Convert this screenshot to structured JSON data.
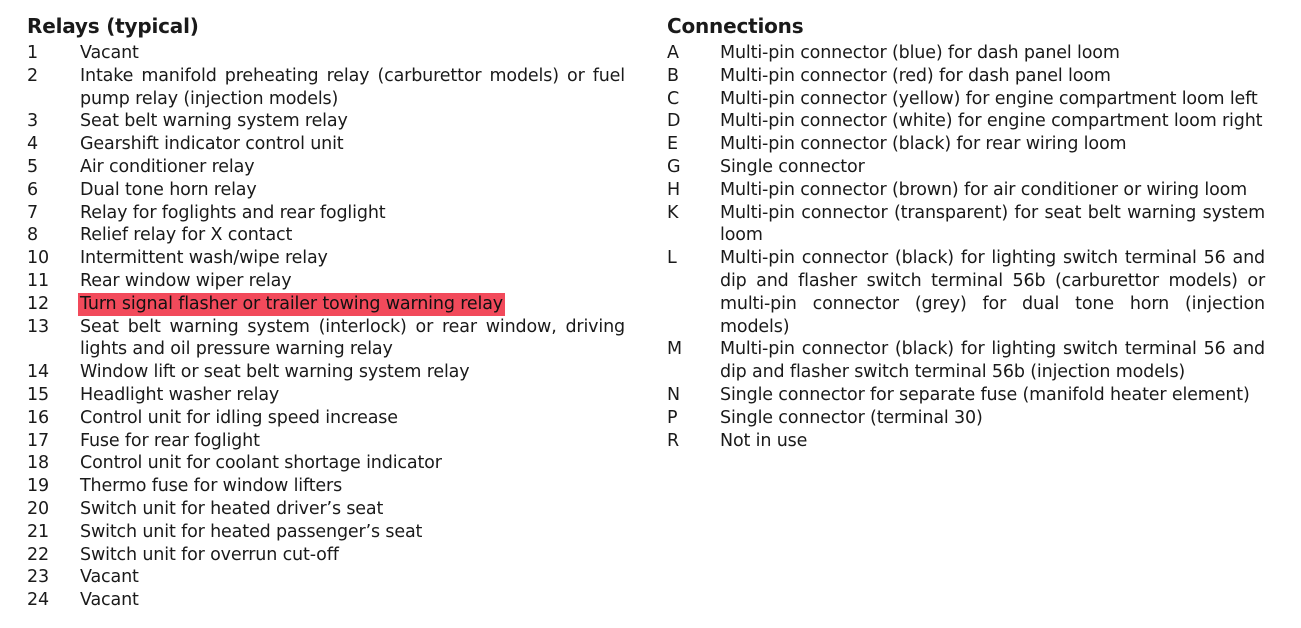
{
  "relays": {
    "heading": "Relays (typical)",
    "highlight_color": "#f24a5b",
    "highlighted_number": "12",
    "items": [
      {
        "num": "1",
        "text": "Vacant"
      },
      {
        "num": "2",
        "text": "Intake manifold preheating relay (carburettor models) or fuel pump relay (injection models)"
      },
      {
        "num": "3",
        "text": "Seat belt warning system relay"
      },
      {
        "num": "4",
        "text": "Gearshift indicator control unit"
      },
      {
        "num": "5",
        "text": "Air conditioner relay"
      },
      {
        "num": "6",
        "text": "Dual tone horn relay"
      },
      {
        "num": "7",
        "text": "Relay for foglights and rear foglight"
      },
      {
        "num": "8",
        "text": "Relief relay for X contact"
      },
      {
        "num": "10",
        "text": "Intermittent wash/wipe relay"
      },
      {
        "num": "11",
        "text": "Rear window wiper relay"
      },
      {
        "num": "12",
        "text": "Turn signal flasher or trailer towing warning relay"
      },
      {
        "num": "13",
        "text": "Seat belt warning system (interlock) or rear window, driving lights and oil pressure warning relay"
      },
      {
        "num": "14",
        "text": "Window lift or seat belt warning system relay"
      },
      {
        "num": "15",
        "text": "Headlight washer relay"
      },
      {
        "num": "16",
        "text": "Control unit for idling speed increase"
      },
      {
        "num": "17",
        "text": "Fuse for rear foglight"
      },
      {
        "num": "18",
        "text": "Control unit for coolant shortage indicator"
      },
      {
        "num": "19",
        "text": "Thermo fuse for window lifters"
      },
      {
        "num": "20",
        "text": "Switch unit for heated driver’s seat"
      },
      {
        "num": "21",
        "text": "Switch unit for heated passenger’s seat"
      },
      {
        "num": "22",
        "text": "Switch unit for overrun cut-off"
      },
      {
        "num": "23",
        "text": "Vacant"
      },
      {
        "num": "24",
        "text": "Vacant"
      }
    ]
  },
  "connections": {
    "heading": "Connections",
    "items": [
      {
        "num": "A",
        "text": "Multi-pin connector (blue) for dash panel loom"
      },
      {
        "num": "B",
        "text": "Multi-pin connector (red) for dash panel loom"
      },
      {
        "num": "C",
        "text": "Multi-pin connector (yellow) for engine compartment loom left"
      },
      {
        "num": "D",
        "text": "Multi-pin connector (white) for engine compartment loom right"
      },
      {
        "num": "E",
        "text": "Multi-pin connector (black) for rear wiring loom"
      },
      {
        "num": "G",
        "text": "Single connector"
      },
      {
        "num": "H",
        "text": "Multi-pin connector (brown) for air conditioner or wiring loom"
      },
      {
        "num": "K",
        "text": "Multi-pin connector (transparent) for seat belt warning system loom"
      },
      {
        "num": "L",
        "text": "Multi-pin connector (black) for lighting switch terminal 56 and dip and flasher switch terminal 56b (carburettor models) or multi-pin connector (grey) for dual tone horn (injection models)"
      },
      {
        "num": "M",
        "text": "Multi-pin connector (black) for lighting switch terminal 56 and dip and flasher switch terminal 56b (injection models)"
      },
      {
        "num": "N",
        "text": "Single connector for separate fuse (manifold heater element)"
      },
      {
        "num": "P",
        "text": "Single connector (terminal 30)"
      },
      {
        "num": "R",
        "text": "Not in use"
      }
    ]
  }
}
